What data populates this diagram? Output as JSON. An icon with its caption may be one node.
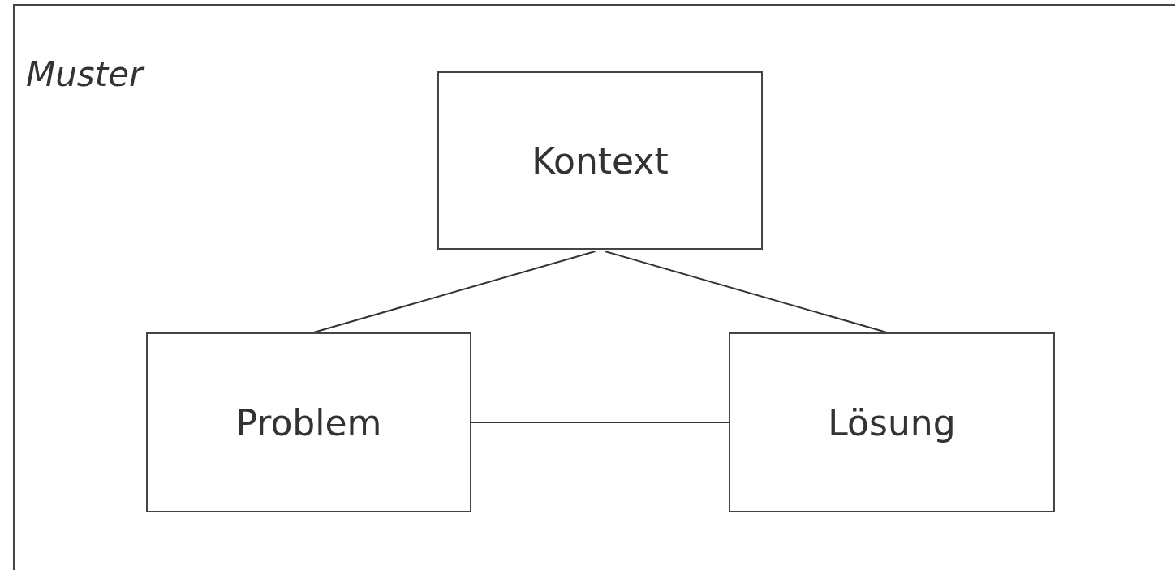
{
  "diagram": {
    "nodes": [
      {
        "text": [
          "Muster"
        ]
      },
      {
        "text": [
          "Kontext"
        ],
        "in": 0
      },
      {
        "text": [
          "Problem"
        ],
        "in": 0
      },
      {
        "text": [
          "Lösung"
        ],
        "in": 0
      }
    ],
    "edges": [
      {
        "from": 1,
        "to": 2,
        "arrow": "none"
      },
      {
        "from": 1,
        "to": 3,
        "arrow": "none"
      },
      {
        "from": 2,
        "to": 3,
        "arrow": "none"
      }
    ]
  }
}
